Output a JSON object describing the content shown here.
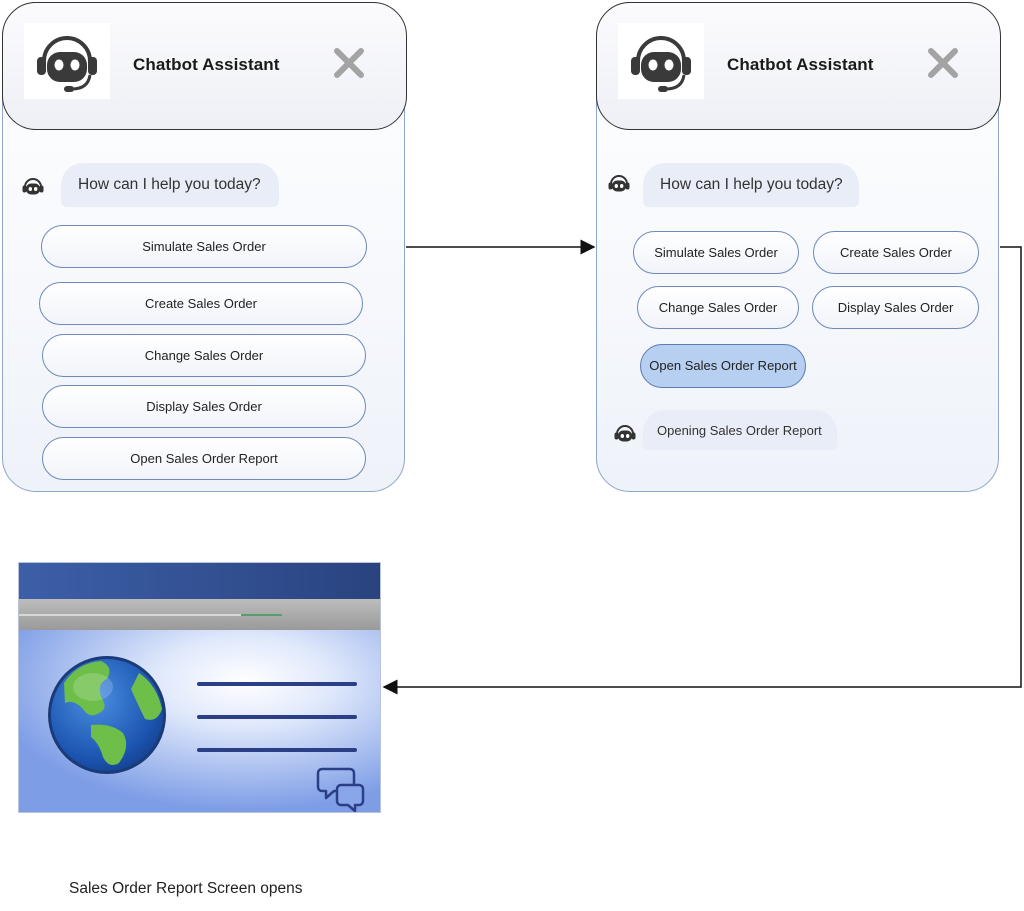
{
  "panel_left": {
    "title": "Chatbot Assistant",
    "prompt": "How can I help you today?",
    "options": [
      {
        "label": "Simulate Sales Order"
      },
      {
        "label": "Create Sales Order"
      },
      {
        "label": "Change Sales Order"
      },
      {
        "label": "Display Sales Order"
      },
      {
        "label": "Open Sales Order Report"
      }
    ]
  },
  "panel_right": {
    "title": "Chatbot Assistant",
    "prompt": "How can I help you today?",
    "options": [
      {
        "label": "Simulate Sales Order"
      },
      {
        "label": "Create Sales Order"
      },
      {
        "label": "Change Sales Order"
      },
      {
        "label": "Display Sales Order"
      },
      {
        "label": "Open Sales Order Report",
        "selected": true
      }
    ],
    "response": "Opening Sales Order Report"
  },
  "report_screen": {
    "icons": [
      "globe-icon",
      "chat-bubbles-icon"
    ]
  },
  "caption": "Sales Order Report Screen opens",
  "colors": {
    "panel_border": "#8fa6c9",
    "option_border": "#6e8ab8",
    "selected_option": "#b7cff0",
    "bubble": "#e8edf7",
    "report_title_bar": "#2f4f93",
    "report_body": "#7f9fe6"
  },
  "icons": {
    "avatar": "headset-robot-icon",
    "close": "close-x-icon",
    "bot": "bot-icon"
  }
}
